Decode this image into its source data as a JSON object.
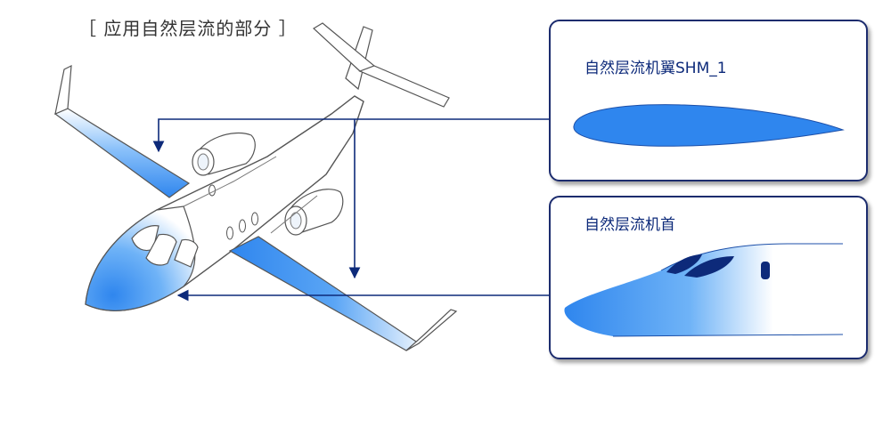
{
  "diagram": {
    "title": "［ 应用自然层流的部分 ］",
    "panels": [
      {
        "label": "自然层流机翼SHM_1",
        "icon": "airfoil-shape"
      },
      {
        "label": "自然层流机首",
        "icon": "nose-profile"
      }
    ],
    "colors": {
      "outline": "#1c2c6e",
      "arrow": "#0d2a7a",
      "laminar_blue": "#2f86ee",
      "window_dark": "#0d2a7a"
    }
  }
}
